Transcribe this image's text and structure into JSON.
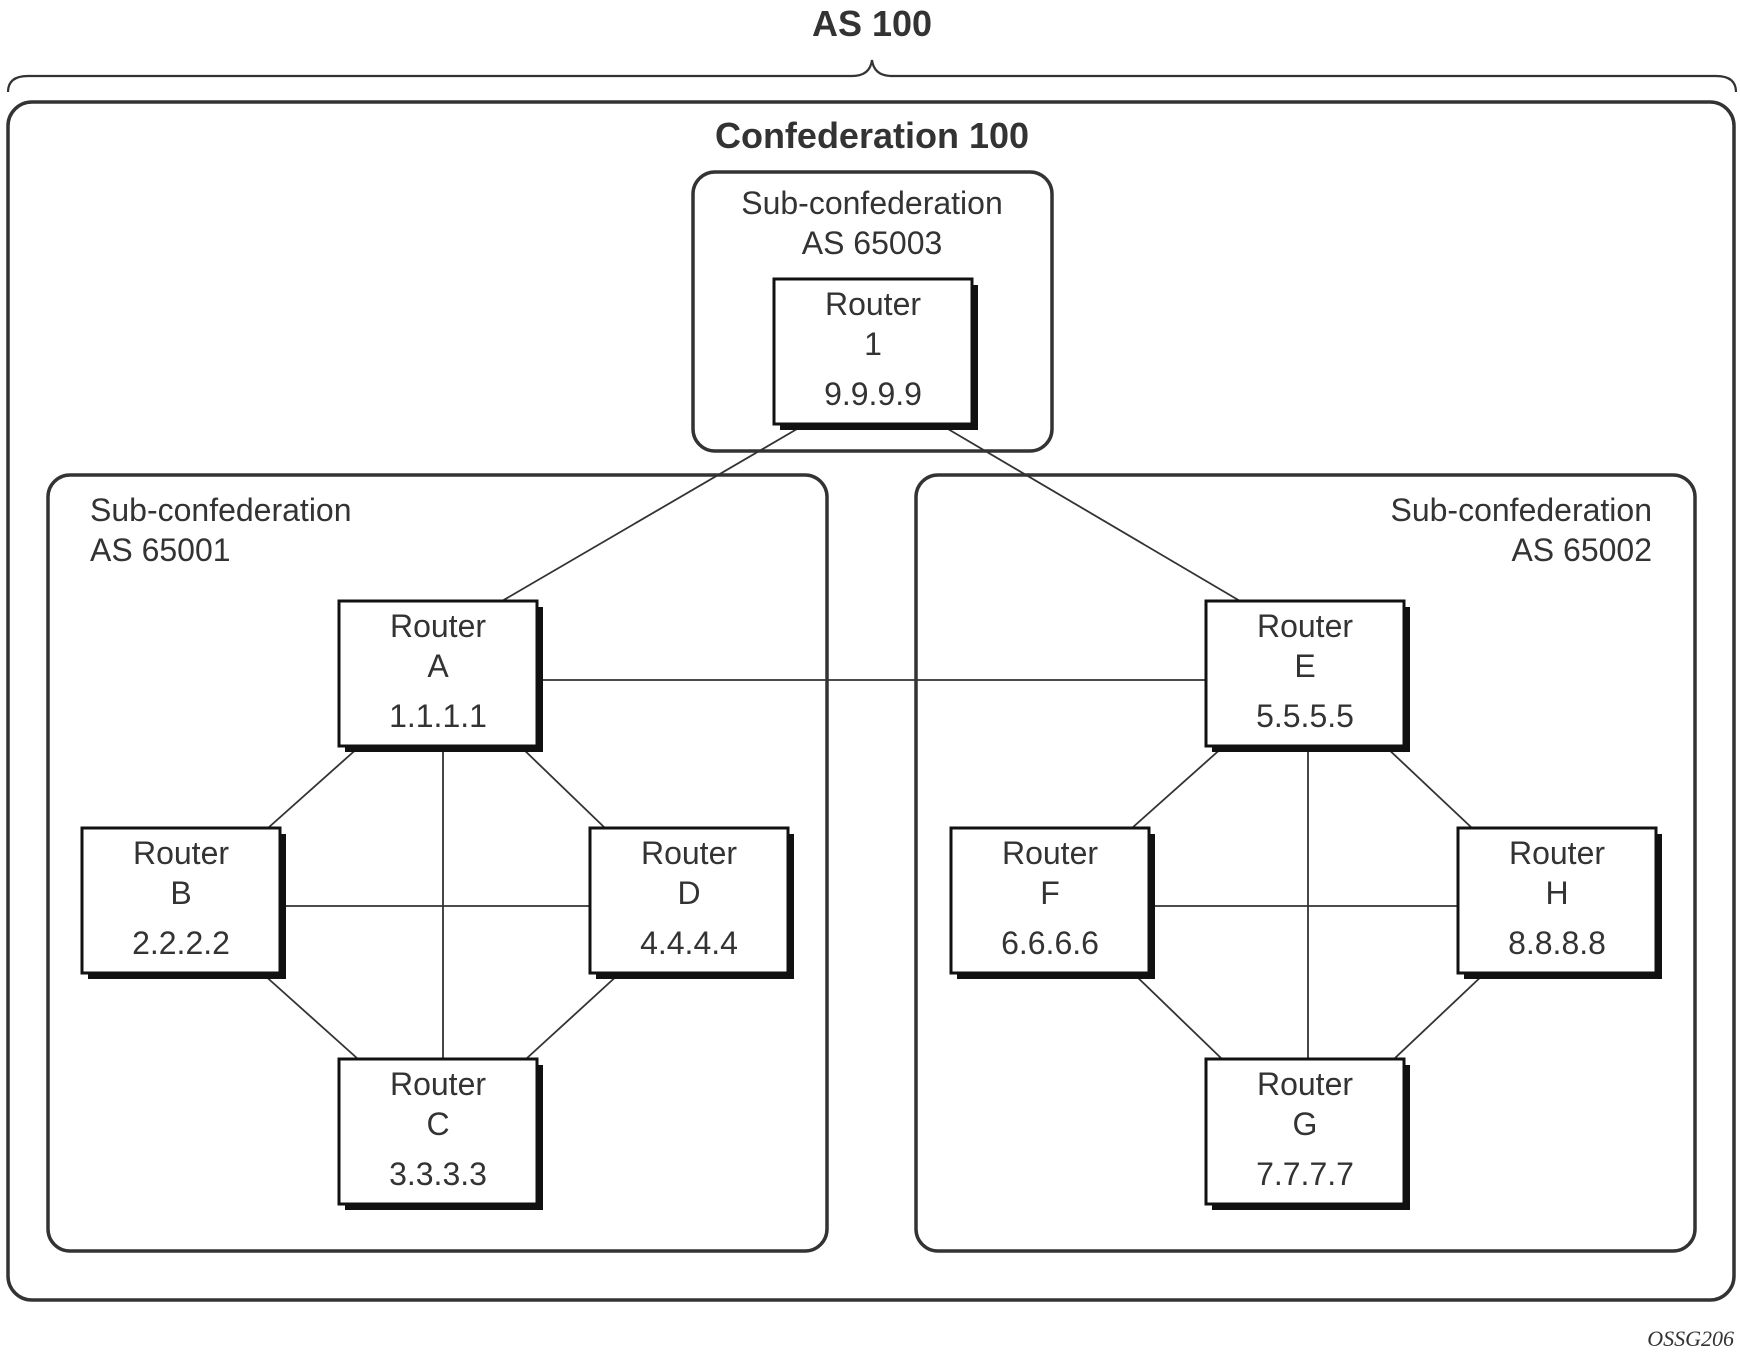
{
  "as_title": "AS 100",
  "confederation_title": "Confederation 100",
  "sub_confederations": {
    "as65003": {
      "line1": "Sub-confederation",
      "line2": "AS 65003"
    },
    "as65001": {
      "line1": "Sub-confederation",
      "line2": "AS 65001"
    },
    "as65002": {
      "line1": "Sub-confederation",
      "line2": "AS 65002"
    }
  },
  "routers": {
    "r1": {
      "label": "Router",
      "name": "1",
      "ip": "9.9.9.9"
    },
    "ra": {
      "label": "Router",
      "name": "A",
      "ip": "1.1.1.1"
    },
    "rb": {
      "label": "Router",
      "name": "B",
      "ip": "2.2.2.2"
    },
    "rc": {
      "label": "Router",
      "name": "C",
      "ip": "3.3.3.3"
    },
    "rd": {
      "label": "Router",
      "name": "D",
      "ip": "4.4.4.4"
    },
    "re": {
      "label": "Router",
      "name": "E",
      "ip": "5.5.5.5"
    },
    "rf": {
      "label": "Router",
      "name": "F",
      "ip": "6.6.6.6"
    },
    "rg": {
      "label": "Router",
      "name": "G",
      "ip": "7.7.7.7"
    },
    "rh": {
      "label": "Router",
      "name": "H",
      "ip": "8.8.8.8"
    }
  },
  "links": [
    [
      "r1",
      "ra"
    ],
    [
      "r1",
      "re"
    ],
    [
      "ra",
      "re"
    ],
    [
      "ra",
      "rb"
    ],
    [
      "ra",
      "rc"
    ],
    [
      "ra",
      "rd"
    ],
    [
      "rb",
      "rd"
    ],
    [
      "rb",
      "rc"
    ],
    [
      "rd",
      "rc"
    ],
    [
      "re",
      "rf"
    ],
    [
      "re",
      "rg"
    ],
    [
      "re",
      "rh"
    ],
    [
      "rf",
      "rh"
    ],
    [
      "rf",
      "rg"
    ],
    [
      "rh",
      "rg"
    ]
  ],
  "figure_id": "OSSG206",
  "colors": {
    "line": "#333333",
    "box_border": "#111111",
    "shadow": "#111111",
    "background": "#ffffff"
  }
}
